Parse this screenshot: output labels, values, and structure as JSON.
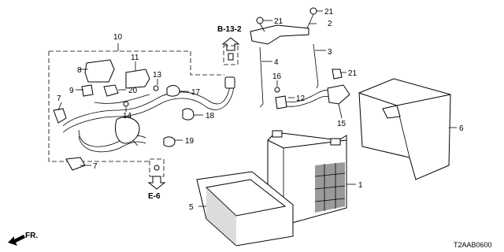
{
  "callouts": {
    "c1": "1",
    "c2": "2",
    "c3": "3",
    "c4": "4",
    "c5": "5",
    "c6": "6",
    "c7a": "7",
    "c7b": "7",
    "c8": "8",
    "c9": "9",
    "c10": "10",
    "c11": "11",
    "c12": "12",
    "c13": "13",
    "c14": "14",
    "c15": "15",
    "c16": "16",
    "c17": "17",
    "c18": "18",
    "c19": "19",
    "c20": "20",
    "c21a": "21",
    "c21b": "21",
    "c21c": "21"
  },
  "references": {
    "upper": "B-13-2",
    "lower": "E-6"
  },
  "direction_label": "FR.",
  "diagram_code": "T2AAB0600"
}
